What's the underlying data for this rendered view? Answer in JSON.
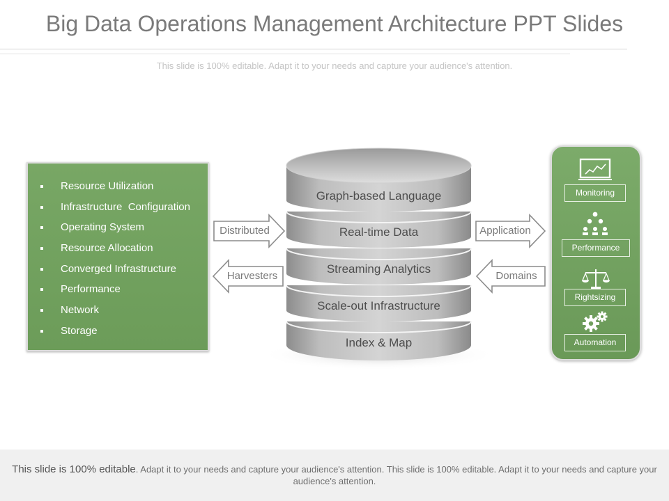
{
  "title": "Big Data Operations Management Architecture PPT Slides",
  "subtitle": "This slide is 100% editable. Adapt it to your needs and capture your audience's attention.",
  "left_panel": {
    "items": [
      "Resource Utilization",
      "Infrastructure  Configuration",
      "Operating System",
      "Resource Allocation",
      "Converged Infrastructure",
      "Performance",
      "Network",
      "Storage"
    ]
  },
  "left_arrows": {
    "top": "Distributed",
    "bottom": "Harvesters"
  },
  "right_arrows": {
    "top": "Application",
    "bottom": "Domains"
  },
  "cylinder": {
    "layers": [
      "Graph-based Language",
      "Real-time Data",
      "Streaming Analytics",
      "Scale-out Infrastructure",
      "Index & Map"
    ]
  },
  "right_panel": {
    "items": [
      {
        "label": "Monitoring",
        "icon": "monitor-chart-icon"
      },
      {
        "label": "Performance",
        "icon": "org-hierarchy-icon"
      },
      {
        "label": "Rightsizing",
        "icon": "balance-scale-icon"
      },
      {
        "label": "Automation",
        "icon": "gears-icon"
      }
    ]
  },
  "footer": {
    "lead": "This slide is 100% editable",
    "rest": ". Adapt it to your needs and capture your audience's attention. This slide is 100% editable. Adapt it to your needs and capture your audience's attention."
  },
  "colors": {
    "green": "#6f9f5c",
    "grey_text": "#7a7a7a",
    "cylinder": "#a9a9a9"
  }
}
